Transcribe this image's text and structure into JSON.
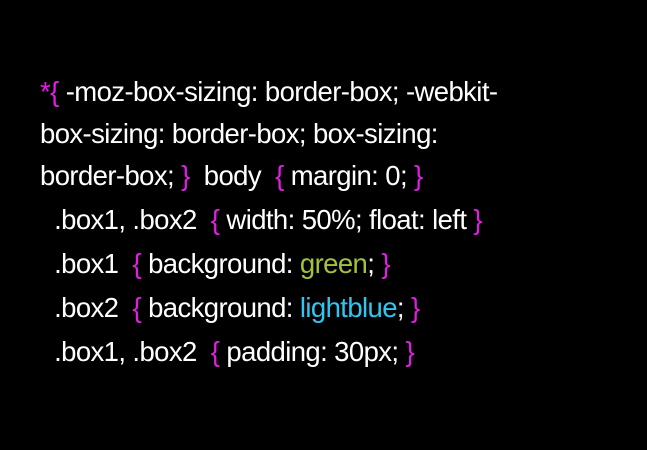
{
  "code": {
    "l1": {
      "a": "*{",
      "b": " -moz-box-sizing: border-box; -webkit-"
    },
    "l2": {
      "a": "box-sizing: border-box; box-sizing:"
    },
    "l3": {
      "a": "border-box; ",
      "b": "}",
      "c": "  body  ",
      "d": "{",
      "e": " margin: 0; ",
      "f": "}"
    },
    "l4": {
      "a": "  .box1, .box2  ",
      "b": "{",
      "c": " width: 50%; float: left ",
      "d": "}"
    },
    "l5": {
      "a": "  .box1  ",
      "b": "{",
      "c": " background: ",
      "d": "green",
      "e": "; ",
      "f": "}"
    },
    "l6": {
      "a": "  .box2  ",
      "b": "{",
      "c": " background: ",
      "d": "lightblue",
      "e": "; ",
      "f": "}"
    },
    "l7": {
      "a": "  .box1, .box2  ",
      "b": "{",
      "c": " padding: 30px; ",
      "d": "}"
    }
  },
  "colors": {
    "background": "#000000",
    "text": "#ffffff",
    "brace": "#e21ee0",
    "green": "#a3c13c",
    "lightblue": "#2fc6f2"
  }
}
